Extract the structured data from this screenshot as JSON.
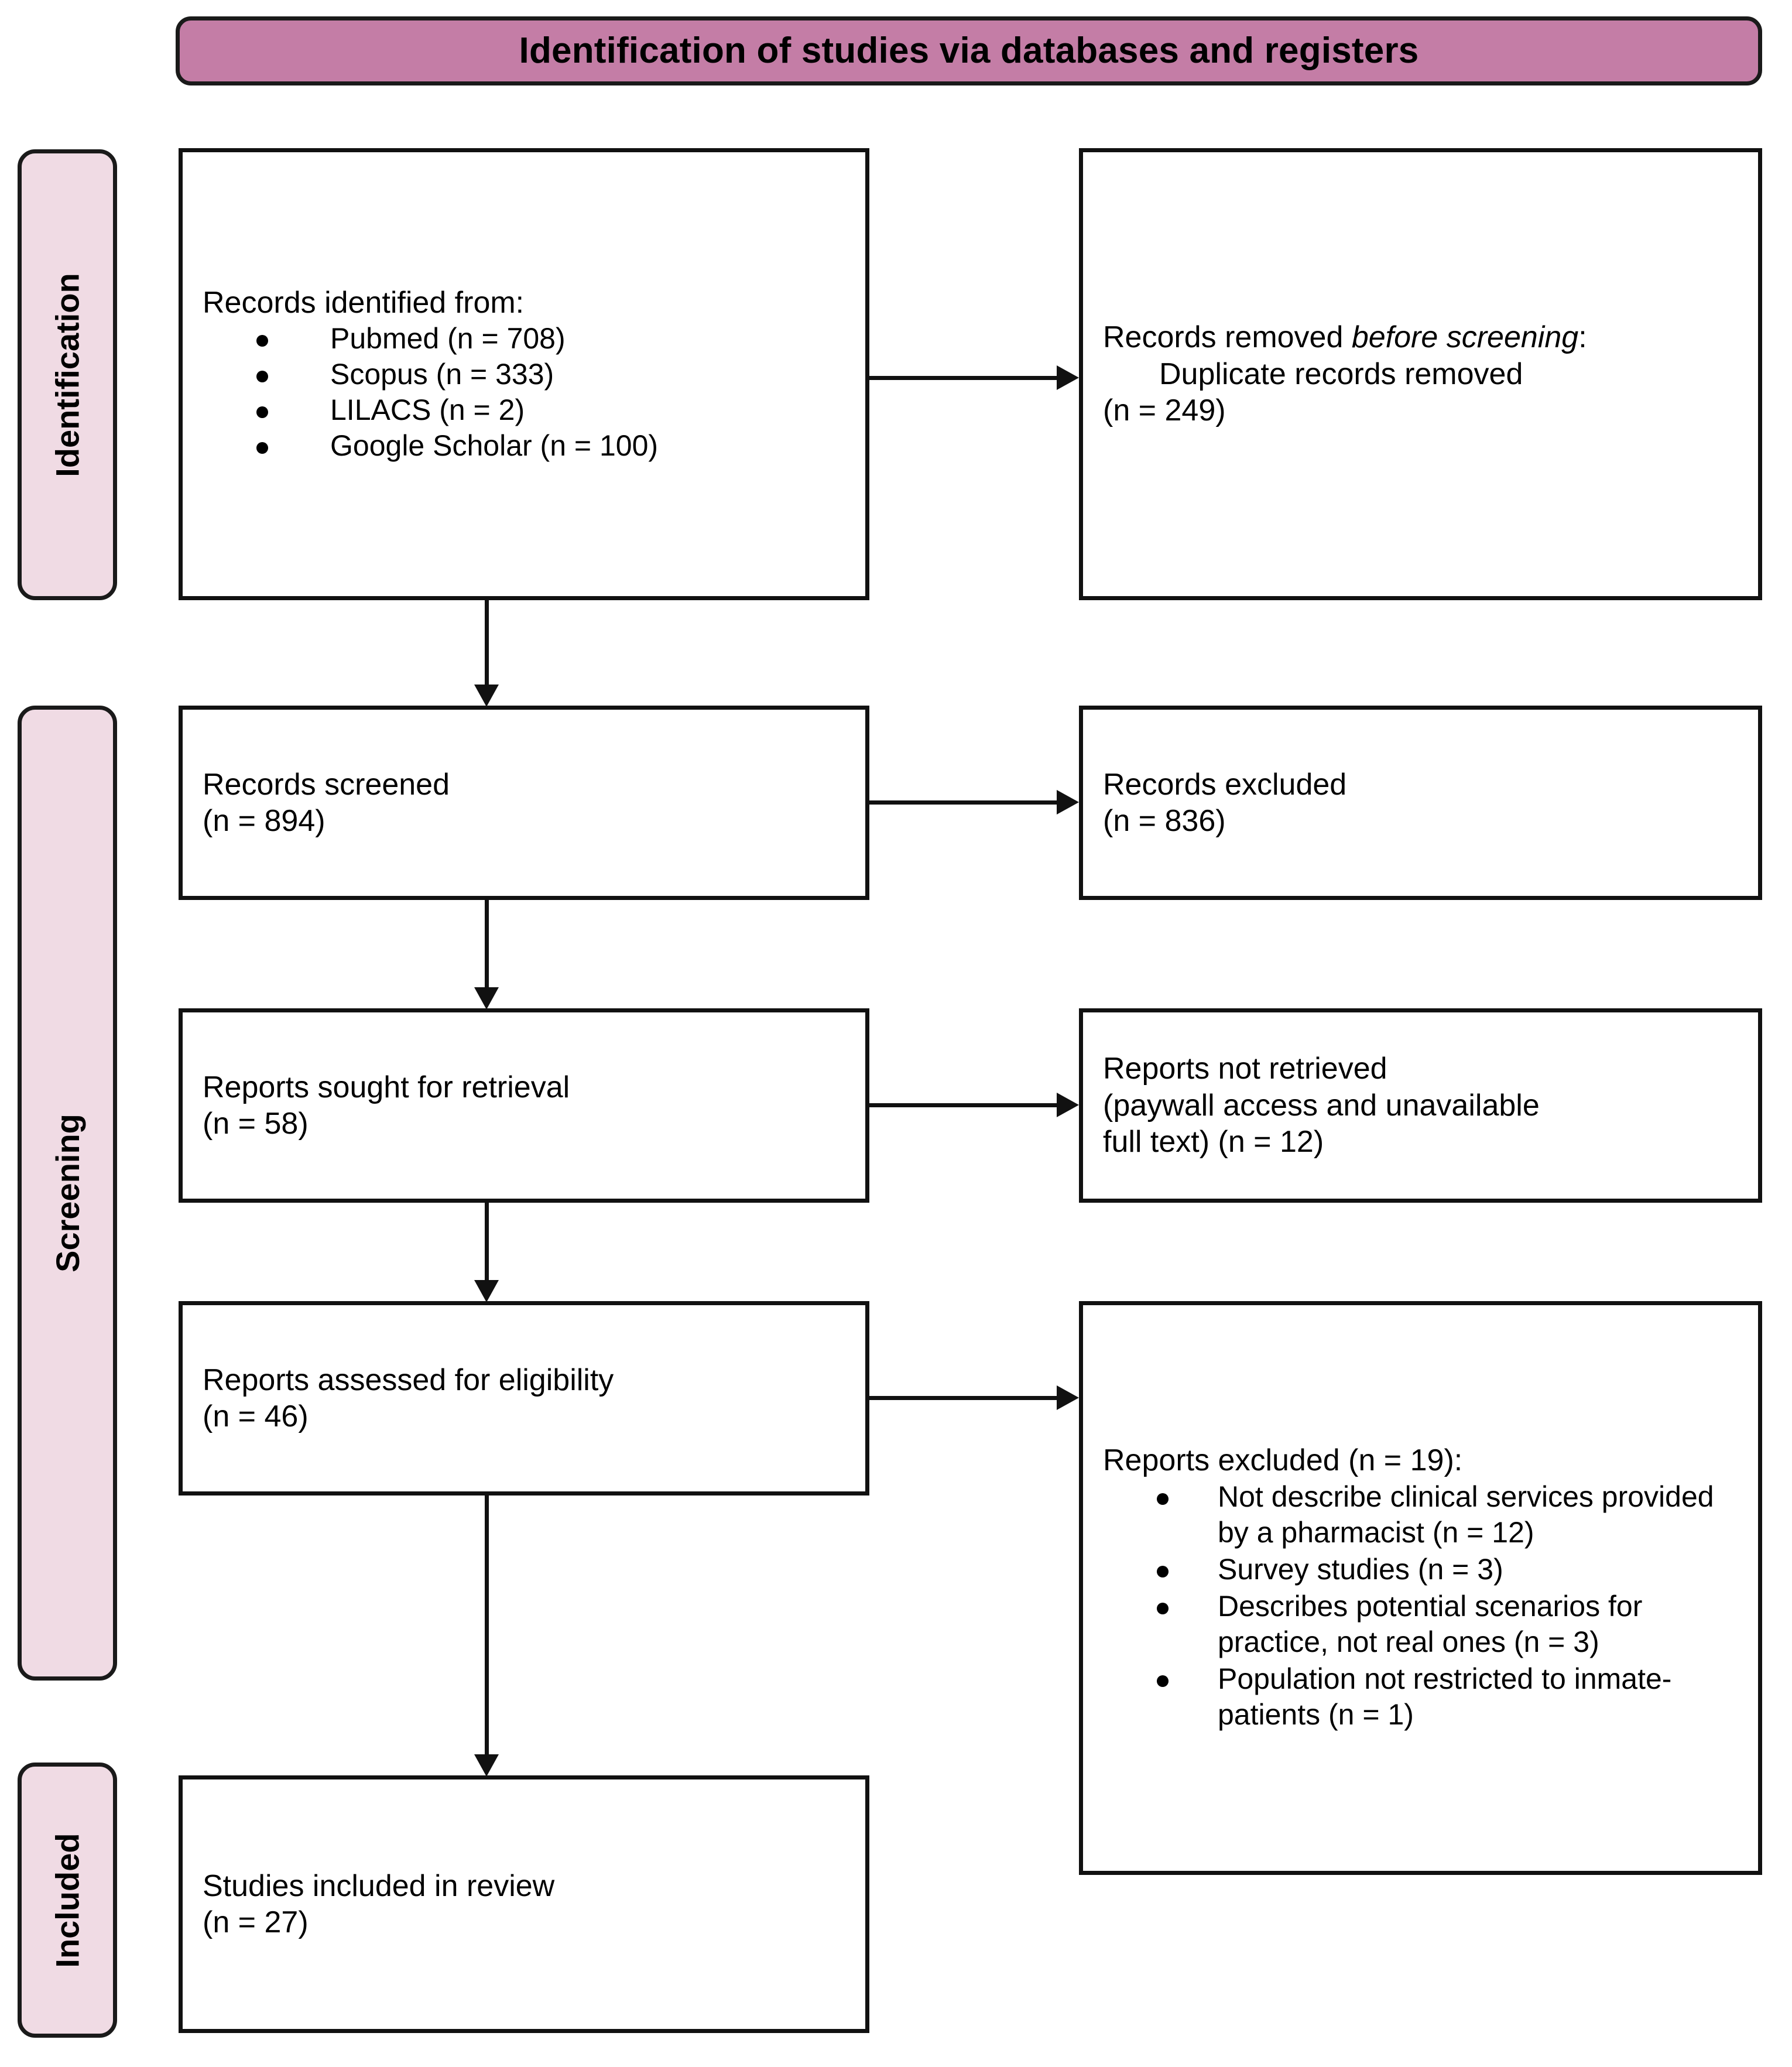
{
  "banner": {
    "title": "Identification of studies via databases and registers"
  },
  "phases": [
    {
      "label": "Identification"
    },
    {
      "label": "Screening"
    },
    {
      "label": "Included"
    }
  ],
  "boxes": {
    "identified": {
      "heading": "Records identified from:",
      "bullets": [
        "Pubmed (n = 708)",
        "Scopus (n = 333)",
        "LILACS (n = 2)",
        "Google Scholar (n = 100)"
      ]
    },
    "removed": {
      "heading_prefix": "Records removed ",
      "heading_italic": "before screening",
      "heading_suffix": ":",
      "line1": "Duplicate records removed",
      "line2": "(n = 249)"
    },
    "screened": {
      "line1": "Records screened",
      "line2": "(n = 894)"
    },
    "excluded": {
      "line1": "Records excluded",
      "line2": "(n = 836)"
    },
    "sought": {
      "line1": "Reports sought for retrieval",
      "line2": "(n = 58)"
    },
    "not_retrieved": {
      "line1": "Reports not retrieved",
      "line2": "(paywall access and unavailable",
      "line3": "full text) (n = 12)"
    },
    "assessed": {
      "line1": "Reports assessed for eligibility",
      "line2": "(n = 46)"
    },
    "reports_excluded": {
      "heading": "Reports excluded (n = 19):",
      "bullets": [
        "Not describe clinical services provided by a pharmacist (n = 12)",
        "Survey studies (n = 3)",
        "Describes potential scenarios for practice, not real ones  (n = 3)",
        "Population not restricted to inmate-patients (n = 1)"
      ]
    },
    "included_review": {
      "line1": "Studies included in review",
      "line2": "(n = 27)"
    }
  },
  "colors": {
    "banner_fill": "#c47da6",
    "phase_fill": "#f0dbe4",
    "border": "#111111",
    "text": "#000000"
  }
}
